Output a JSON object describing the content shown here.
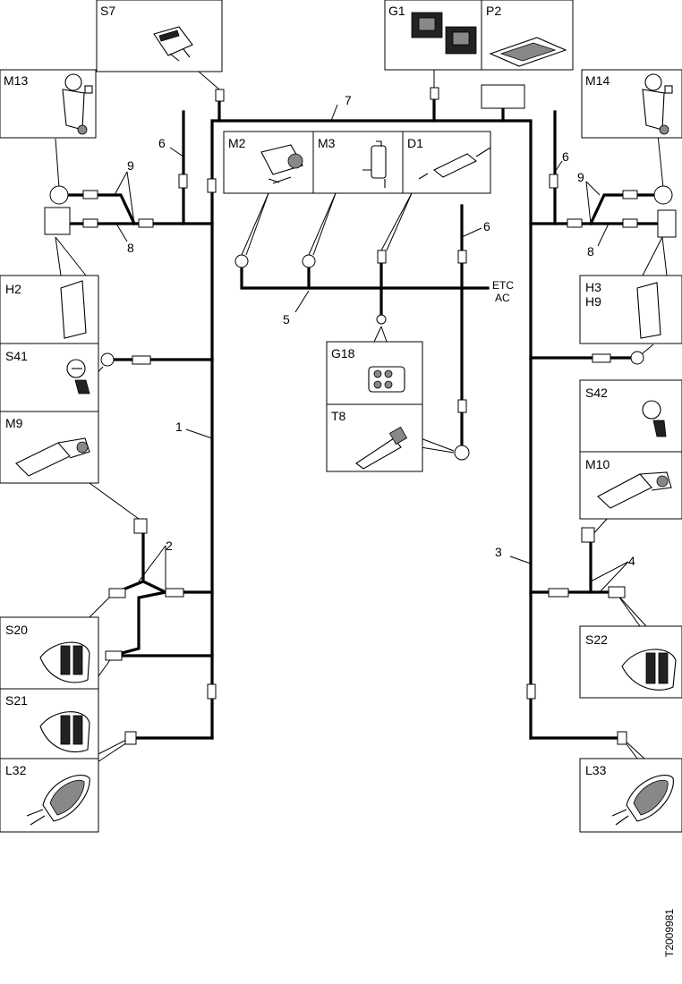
{
  "components": {
    "s7": "S7",
    "g1": "G1",
    "p2": "P2",
    "m13": "M13",
    "m14": "M14",
    "m2": "M2",
    "m3": "M3",
    "d1": "D1",
    "h2": "H2",
    "h3": "H3",
    "h9": "H9",
    "s41": "S41",
    "m9": "M9",
    "g18": "G18",
    "t8": "T8",
    "s42": "S42",
    "m10": "M10",
    "s20": "S20",
    "s21": "S21",
    "s22": "S22",
    "l32": "L32",
    "l33": "L33"
  },
  "callouts": {
    "n1": "1",
    "n2": "2",
    "n3": "3",
    "n4": "4",
    "n5": "5",
    "n6a": "6",
    "n6b": "6",
    "n6c": "6",
    "n7": "7",
    "n8a": "8",
    "n8b": "8",
    "n9a": "9",
    "n9b": "9"
  },
  "labels": {
    "etc": "ETC",
    "ac": "AC"
  },
  "figure_id": "T2009981"
}
